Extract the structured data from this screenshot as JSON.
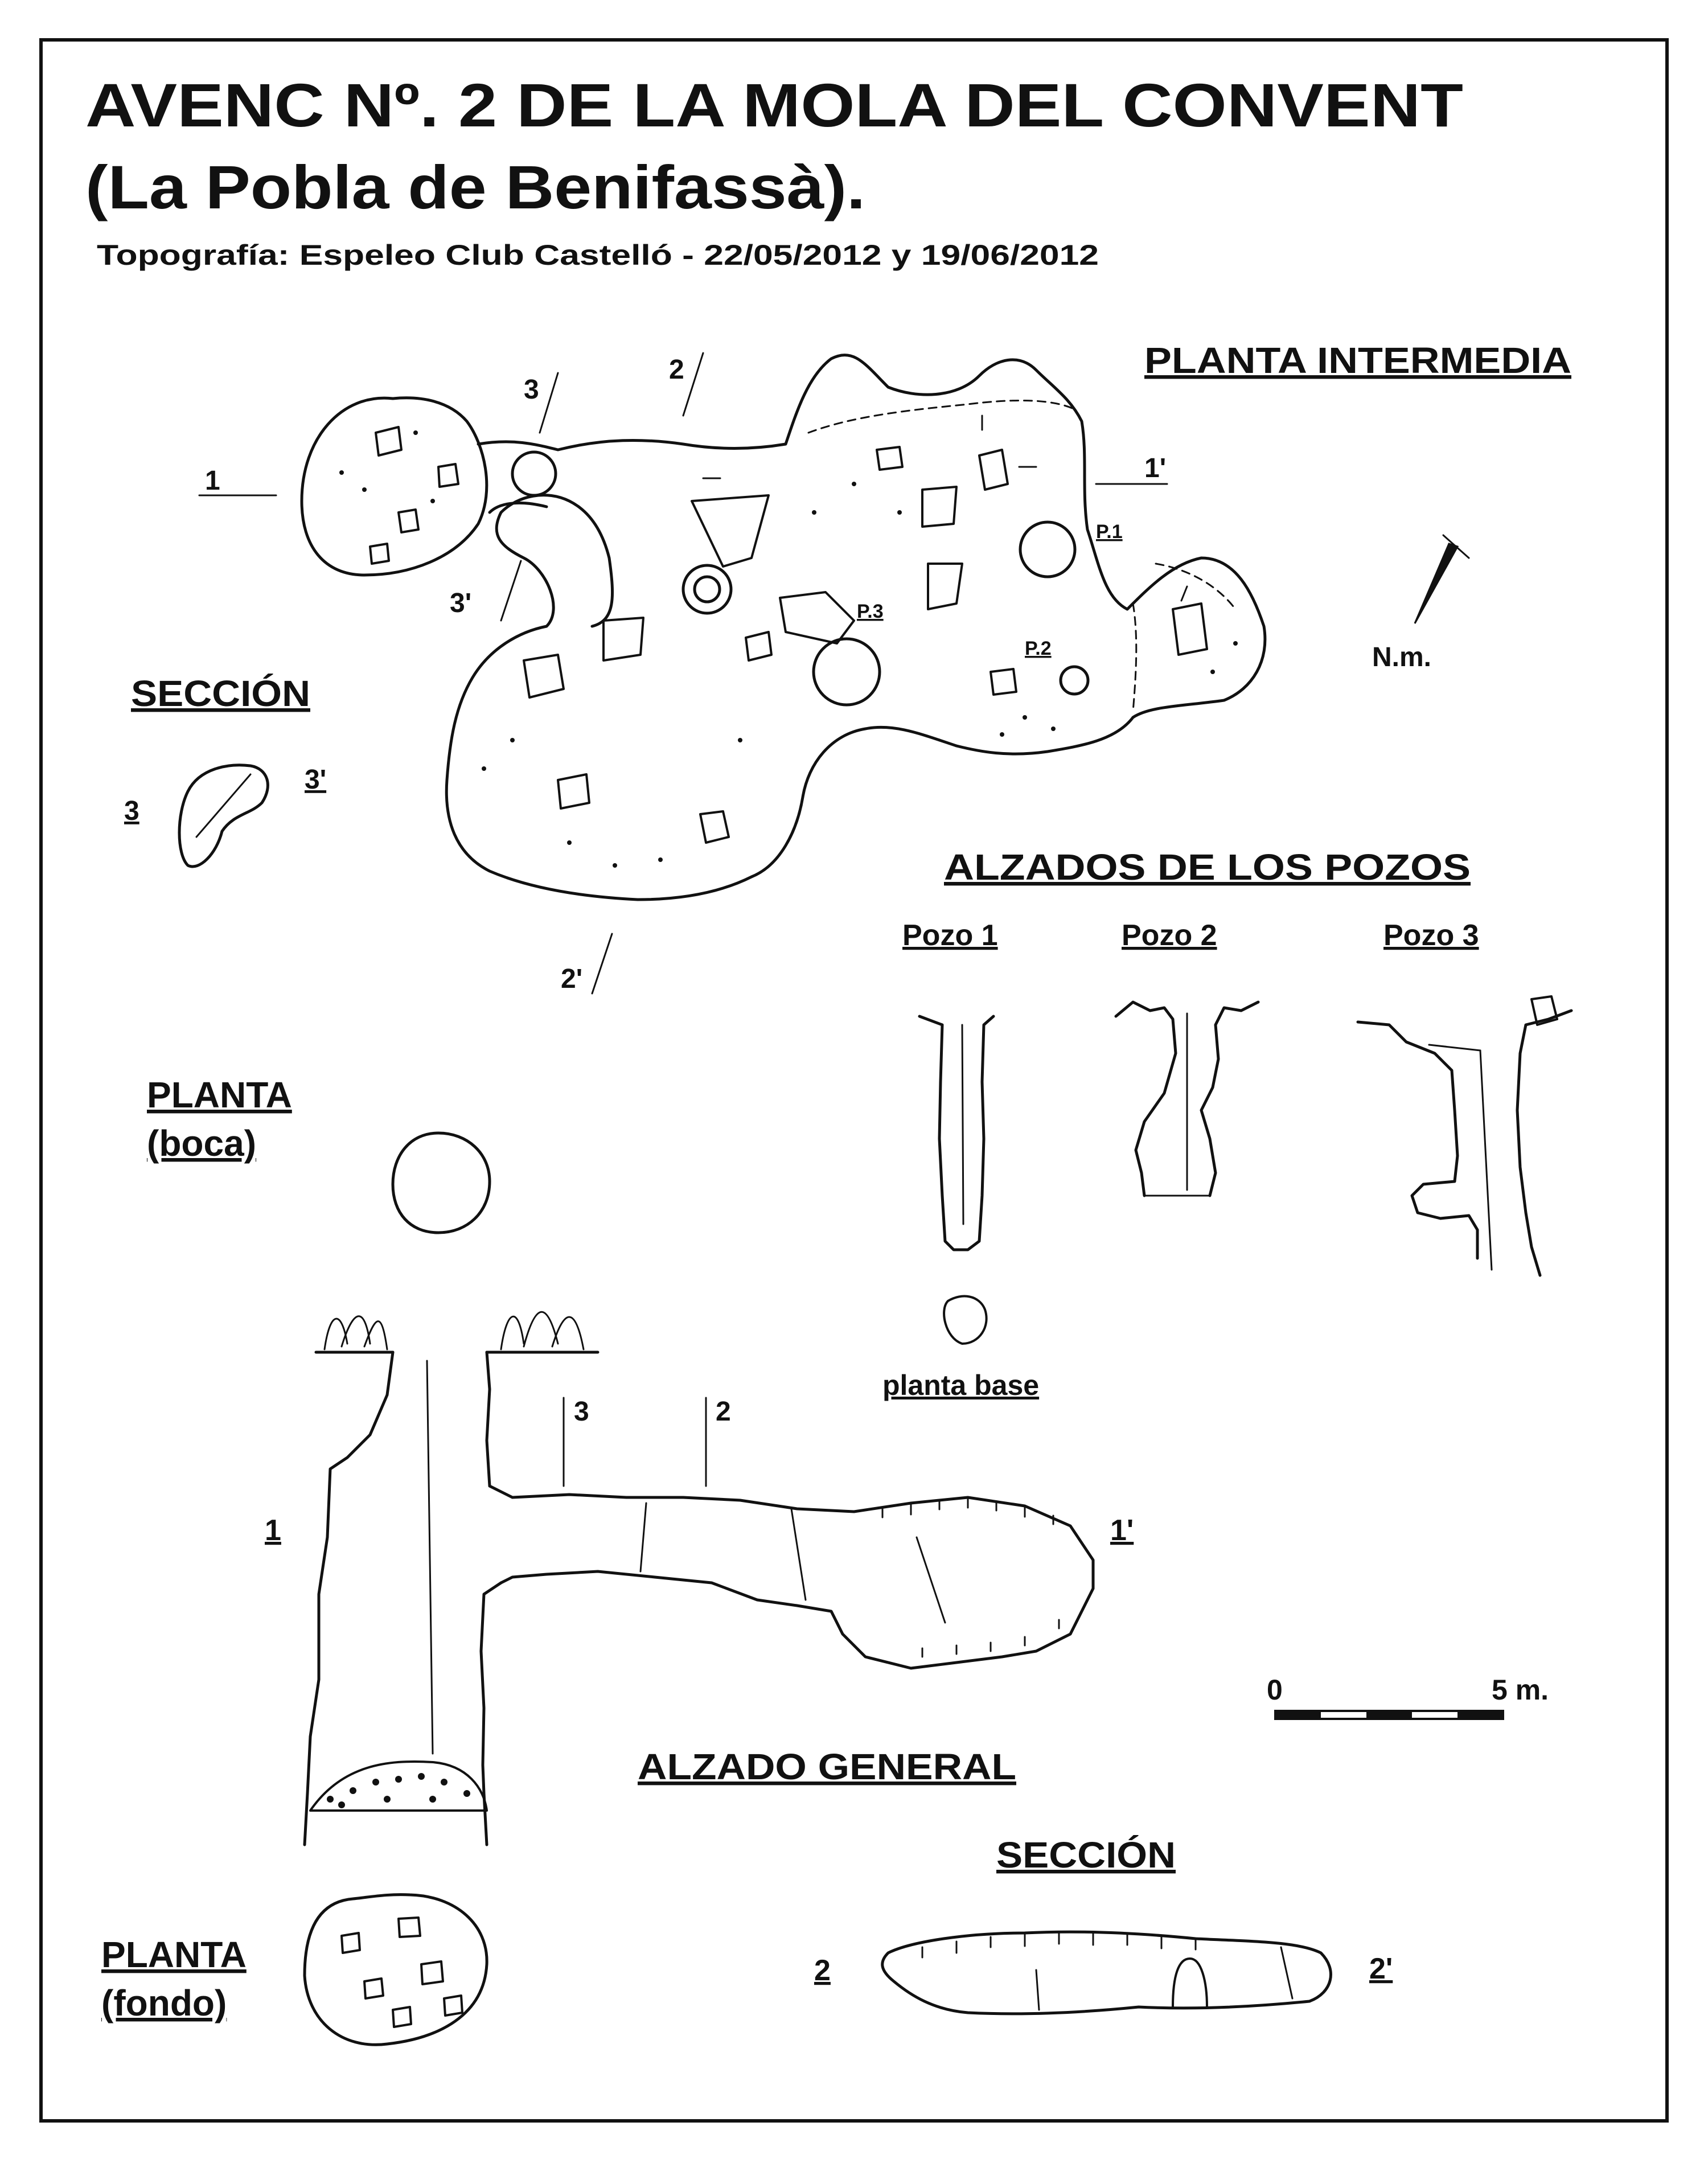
{
  "title": {
    "line1": "AVENC Nº. 2 DE LA MOLA DEL CONVENT",
    "line2": "(La Pobla de Benifassà).",
    "credits": "Topografía:  Espeleo Club Castelló     -     22/05/2012   y   19/06/2012"
  },
  "labels": {
    "planta_intermedia": "PLANTA INTERMEDIA",
    "seccion_top": "SECCIÓN",
    "alzados_pozos": "ALZADOS DE LOS POZOS",
    "pozo1": "Pozo 1",
    "pozo2": "Pozo 2",
    "pozo3": "Pozo 3",
    "planta_base": "planta base",
    "planta_boca_1": "PLANTA",
    "planta_boca_2": "(boca)",
    "alzado_general": "ALZADO GENERAL",
    "seccion_bottom": "SECCIÓN",
    "planta_fondo_1": "PLANTA",
    "planta_fondo_2": "(fondo)",
    "north": "N.m."
  },
  "section_marks": {
    "s1": "1",
    "s1p": "1'",
    "s2": "2",
    "s2p": "2'",
    "s3": "3",
    "s3p": "3'",
    "p1": "P.1",
    "p2": "P.2",
    "p3": "P.3",
    "sec3": "3",
    "sec3p": "3'",
    "alz1": "1",
    "alz1p": "1'",
    "alz3": "3",
    "alz2": "2",
    "sec2": "2",
    "sec2p": "2'"
  },
  "scale": {
    "zero": "0",
    "end": "5 m."
  }
}
